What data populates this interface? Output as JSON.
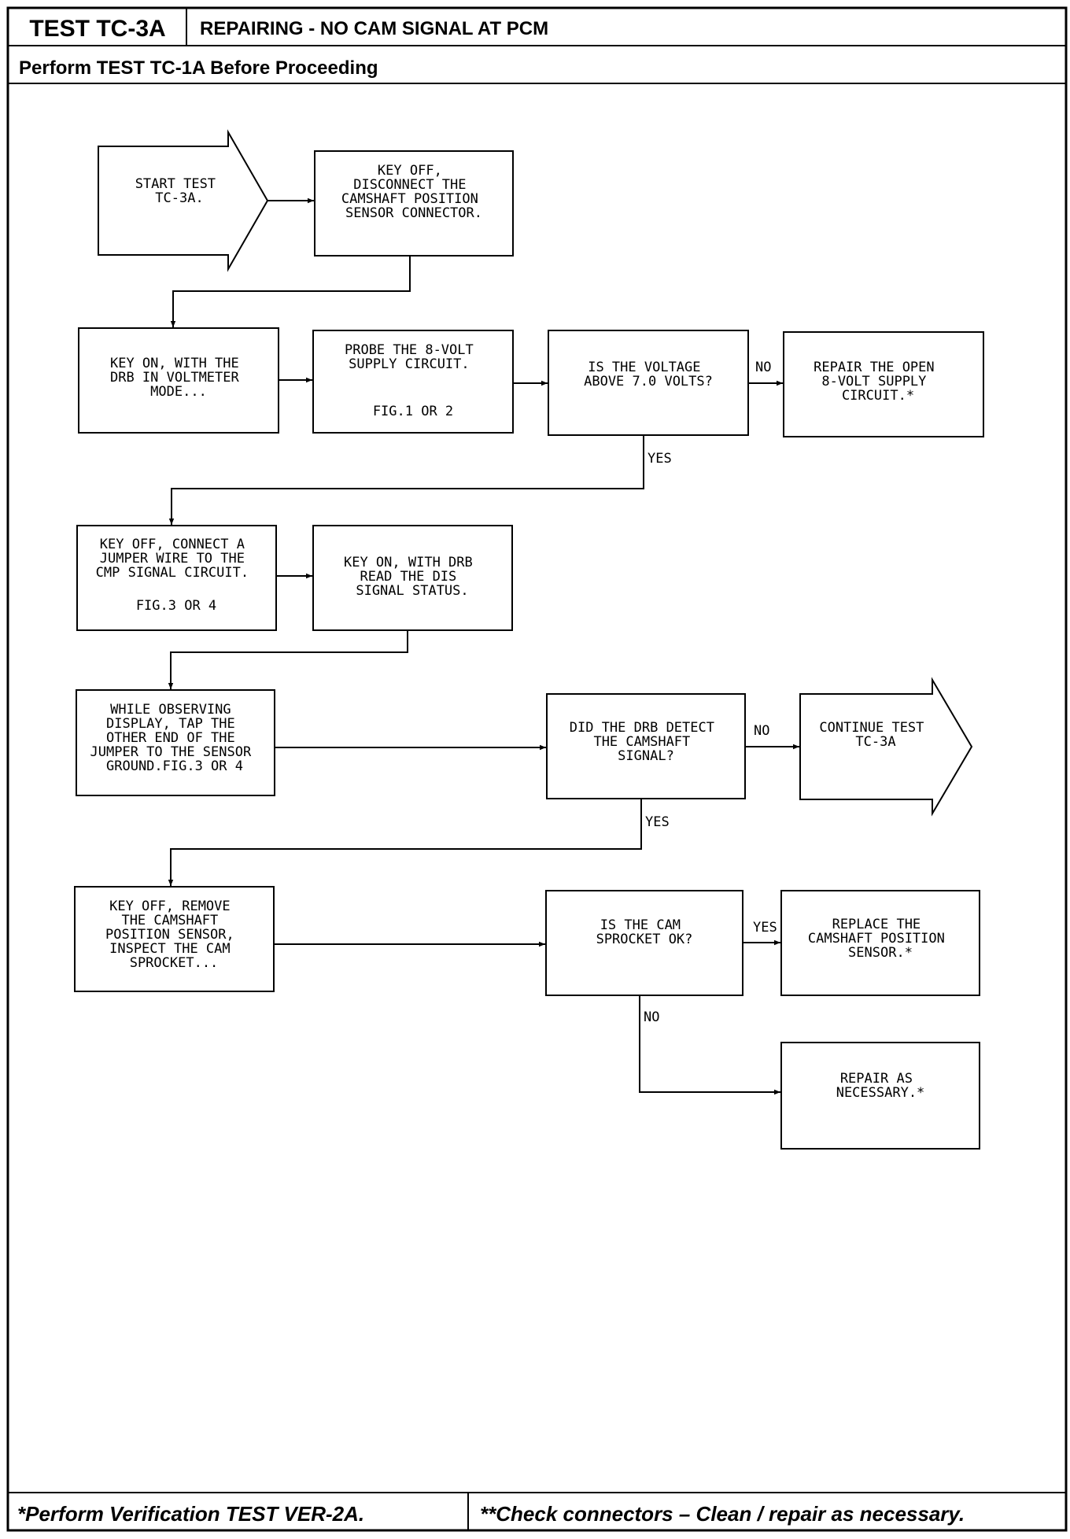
{
  "header": {
    "test_id": "TEST TC-3A",
    "title": "REPAIRING - NO CAM SIGNAL AT PCM",
    "prerequisite": "Perform TEST TC-1A Before Proceeding"
  },
  "diagram": {
    "nodes": {
      "start": [
        "START TEST",
        "TC-3A."
      ],
      "key_off_disconnect": [
        "KEY OFF,",
        "DISCONNECT THE",
        "CAMSHAFT POSITION",
        "SENSOR CONNECTOR."
      ],
      "key_on_voltmeter": [
        "KEY ON, WITH THE",
        "DRB IN VOLTMETER",
        "MODE..."
      ],
      "probe_supply": [
        "PROBE THE 8-VOLT",
        "SUPPLY CIRCUIT.",
        "",
        "FIG.1 OR 2"
      ],
      "voltage_question": [
        "IS THE VOLTAGE",
        "ABOVE 7.0 VOLTS?"
      ],
      "repair_open": [
        "REPAIR THE OPEN",
        "8-VOLT SUPPLY",
        "CIRCUIT.*"
      ],
      "connect_jumper": [
        "KEY OFF, CONNECT A",
        "JUMPER WIRE TO THE",
        "CMP SIGNAL CIRCUIT.",
        "",
        "FIG.3 OR 4"
      ],
      "read_dis": [
        "KEY ON, WITH DRB",
        "READ THE DIS",
        "SIGNAL STATUS."
      ],
      "tap_jumper": [
        "WHILE OBSERVING",
        "DISPLAY, TAP THE",
        "OTHER END OF THE",
        "JUMPER TO THE SENSOR",
        "GROUND.FIG.3 OR 4"
      ],
      "drb_detect_question": [
        "DID THE DRB DETECT",
        "THE CAMSHAFT",
        "SIGNAL?"
      ],
      "continue_test": [
        "CONTINUE TEST",
        "TC-3A"
      ],
      "remove_sensor": [
        "KEY OFF, REMOVE",
        "THE CAMSHAFT",
        "POSITION SENSOR,",
        "INSPECT THE CAM",
        "SPROCKET..."
      ],
      "sprocket_question": [
        "IS THE CAM",
        "SPROCKET OK?"
      ],
      "replace_sensor": [
        "REPLACE THE",
        "CAMSHAFT POSITION",
        "SENSOR.*"
      ],
      "repair_necessary": [
        "REPAIR AS",
        "NECESSARY.*"
      ]
    },
    "edge_labels": {
      "voltage_no": "NO",
      "voltage_yes": "YES",
      "detect_no": "NO",
      "detect_yes": "YES",
      "sprocket_yes": "YES",
      "sprocket_no": "NO"
    }
  },
  "footer": {
    "left": "*Perform Verification TEST VER-2A.",
    "right": "**Check connectors – Clean / repair as necessary."
  }
}
